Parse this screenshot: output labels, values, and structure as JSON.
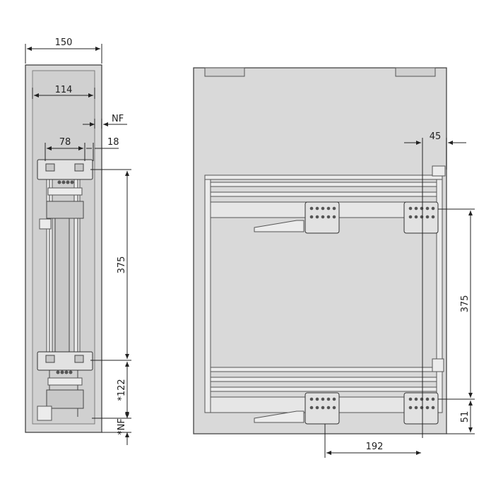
{
  "drawing": {
    "side_view": {
      "dim_total_width": "150",
      "dim_inner_width": "114",
      "dim_nf": "NF",
      "dim_bracket_width": "78",
      "dim_offset": "18",
      "dim_vertical_spacing": "375",
      "dim_lower_offset": "*122",
      "dim_bottom_nf": "*NF"
    },
    "front_view": {
      "dim_top_offset": "45",
      "dim_vertical_spacing": "375",
      "dim_bottom_offset": "51",
      "dim_bracket_spacing": "192"
    }
  }
}
